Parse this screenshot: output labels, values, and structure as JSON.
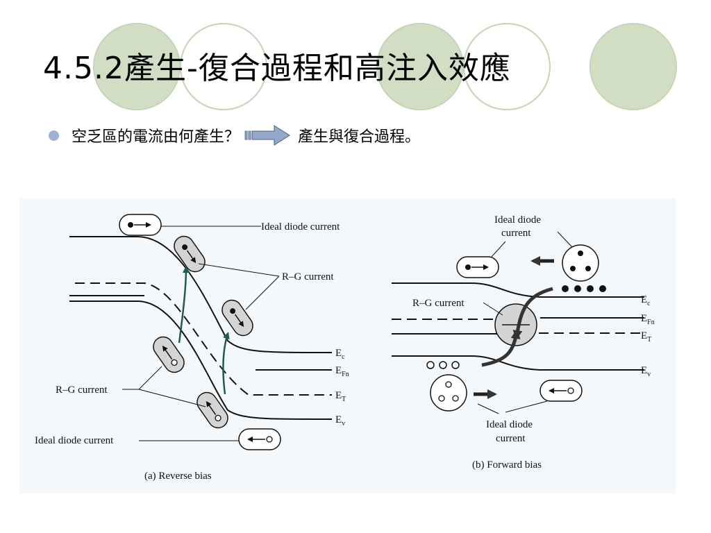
{
  "title": "4.5.2產生-復合過程和高注入效應",
  "bullet": {
    "question": "空乏區的電流由何產生？",
    "answer": "產生與復合過程。"
  },
  "colors": {
    "circle_fill": "#d2dec4",
    "circle_stroke": "#c5d3b6",
    "bullet": "#9fb1d3",
    "arrow_fill": "#94a9c9",
    "green_arrow": "#1f5b4e"
  },
  "figure": {
    "reverse": {
      "caption": "(a) Reverse bias",
      "ideal_top": "Ideal diode current",
      "rg_right": "R–G current",
      "rg_left": "R–G current",
      "ideal_bottom": "Ideal diode current",
      "ec": "E",
      "ec_sub": "c",
      "efn": "E",
      "efn_sub": "Fn",
      "et": "E",
      "et_sub": "T",
      "ev": "E",
      "ev_sub": "v"
    },
    "forward": {
      "caption": "(b) Forward bias",
      "ideal_top_1": "Ideal diode",
      "ideal_top_2": "current",
      "rg": "R–G current",
      "ideal_bottom_1": "Ideal diode",
      "ideal_bottom_2": "current",
      "ec": "E",
      "ec_sub": "c",
      "efn": "E",
      "efn_sub": "Fn",
      "et": "E",
      "et_sub": "T",
      "ev": "E",
      "ev_sub": "v"
    }
  }
}
